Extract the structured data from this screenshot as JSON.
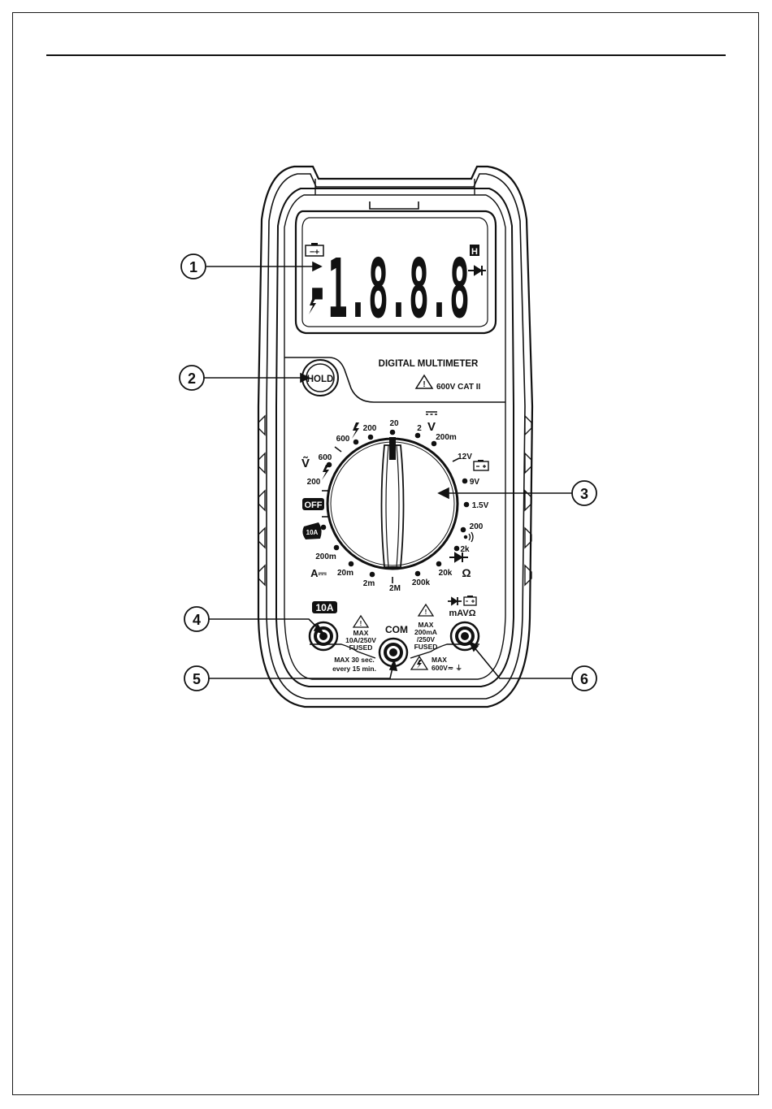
{
  "lcd": {
    "battery_icon": "−+",
    "reading": "-1.8.8.8",
    "hold_indicator": "H",
    "diode_icon": "diode-icon",
    "lightning_icon": "lightning-icon"
  },
  "panel": {
    "title": "DIGITAL MULTIMETER",
    "cat_rating": "600V CAT II",
    "hold_button": "HOLD"
  },
  "dial": {
    "labels": [
      {
        "id": "vac-symbol",
        "text": "Ṽ"
      },
      {
        "id": "vac-600",
        "text": "600"
      },
      {
        "id": "vac-200",
        "text": "200"
      },
      {
        "id": "vdc-600",
        "text": "600"
      },
      {
        "id": "vdc-200",
        "text": "200"
      },
      {
        "id": "vdc-20",
        "text": "20"
      },
      {
        "id": "vdc-2",
        "text": "2"
      },
      {
        "id": "vdc-symbol",
        "text": "V"
      },
      {
        "id": "vdc-200m",
        "text": "200m"
      },
      {
        "id": "batt-12v",
        "text": "12V"
      },
      {
        "id": "batt-9v",
        "text": "9V"
      },
      {
        "id": "batt-1-5v",
        "text": "1.5V"
      },
      {
        "id": "buzzer-200",
        "text": "200"
      },
      {
        "id": "ohm-2k",
        "text": "2k"
      },
      {
        "id": "ohm-20k",
        "text": "20k"
      },
      {
        "id": "ohm-symbol",
        "text": "Ω"
      },
      {
        "id": "ohm-200k",
        "text": "200k"
      },
      {
        "id": "ohm-2m",
        "text": "2M"
      },
      {
        "id": "adc-2m",
        "text": "2m"
      },
      {
        "id": "adc-20m",
        "text": "20m"
      },
      {
        "id": "adc-200m",
        "text": "200m"
      },
      {
        "id": "adc-symbol",
        "text": "A⎓"
      },
      {
        "id": "off",
        "text": "OFF"
      },
      {
        "id": "ten-a",
        "text": "10A"
      }
    ]
  },
  "jacks": {
    "ten_a_label": "10A",
    "ten_a_warn": [
      "MAX",
      "10A/250V",
      "FUSED"
    ],
    "com_label": "COM",
    "com_time": [
      "MAX 30 sec.",
      "every 15 min."
    ],
    "ma_label": "mAVΩ",
    "ma_warn": [
      "MAX",
      "200mA",
      "/250V",
      "FUSED"
    ],
    "volt_warn": [
      "MAX",
      "600V≂ ⏚"
    ]
  },
  "callouts": [
    "1",
    "2",
    "3",
    "4",
    "5",
    "6"
  ]
}
